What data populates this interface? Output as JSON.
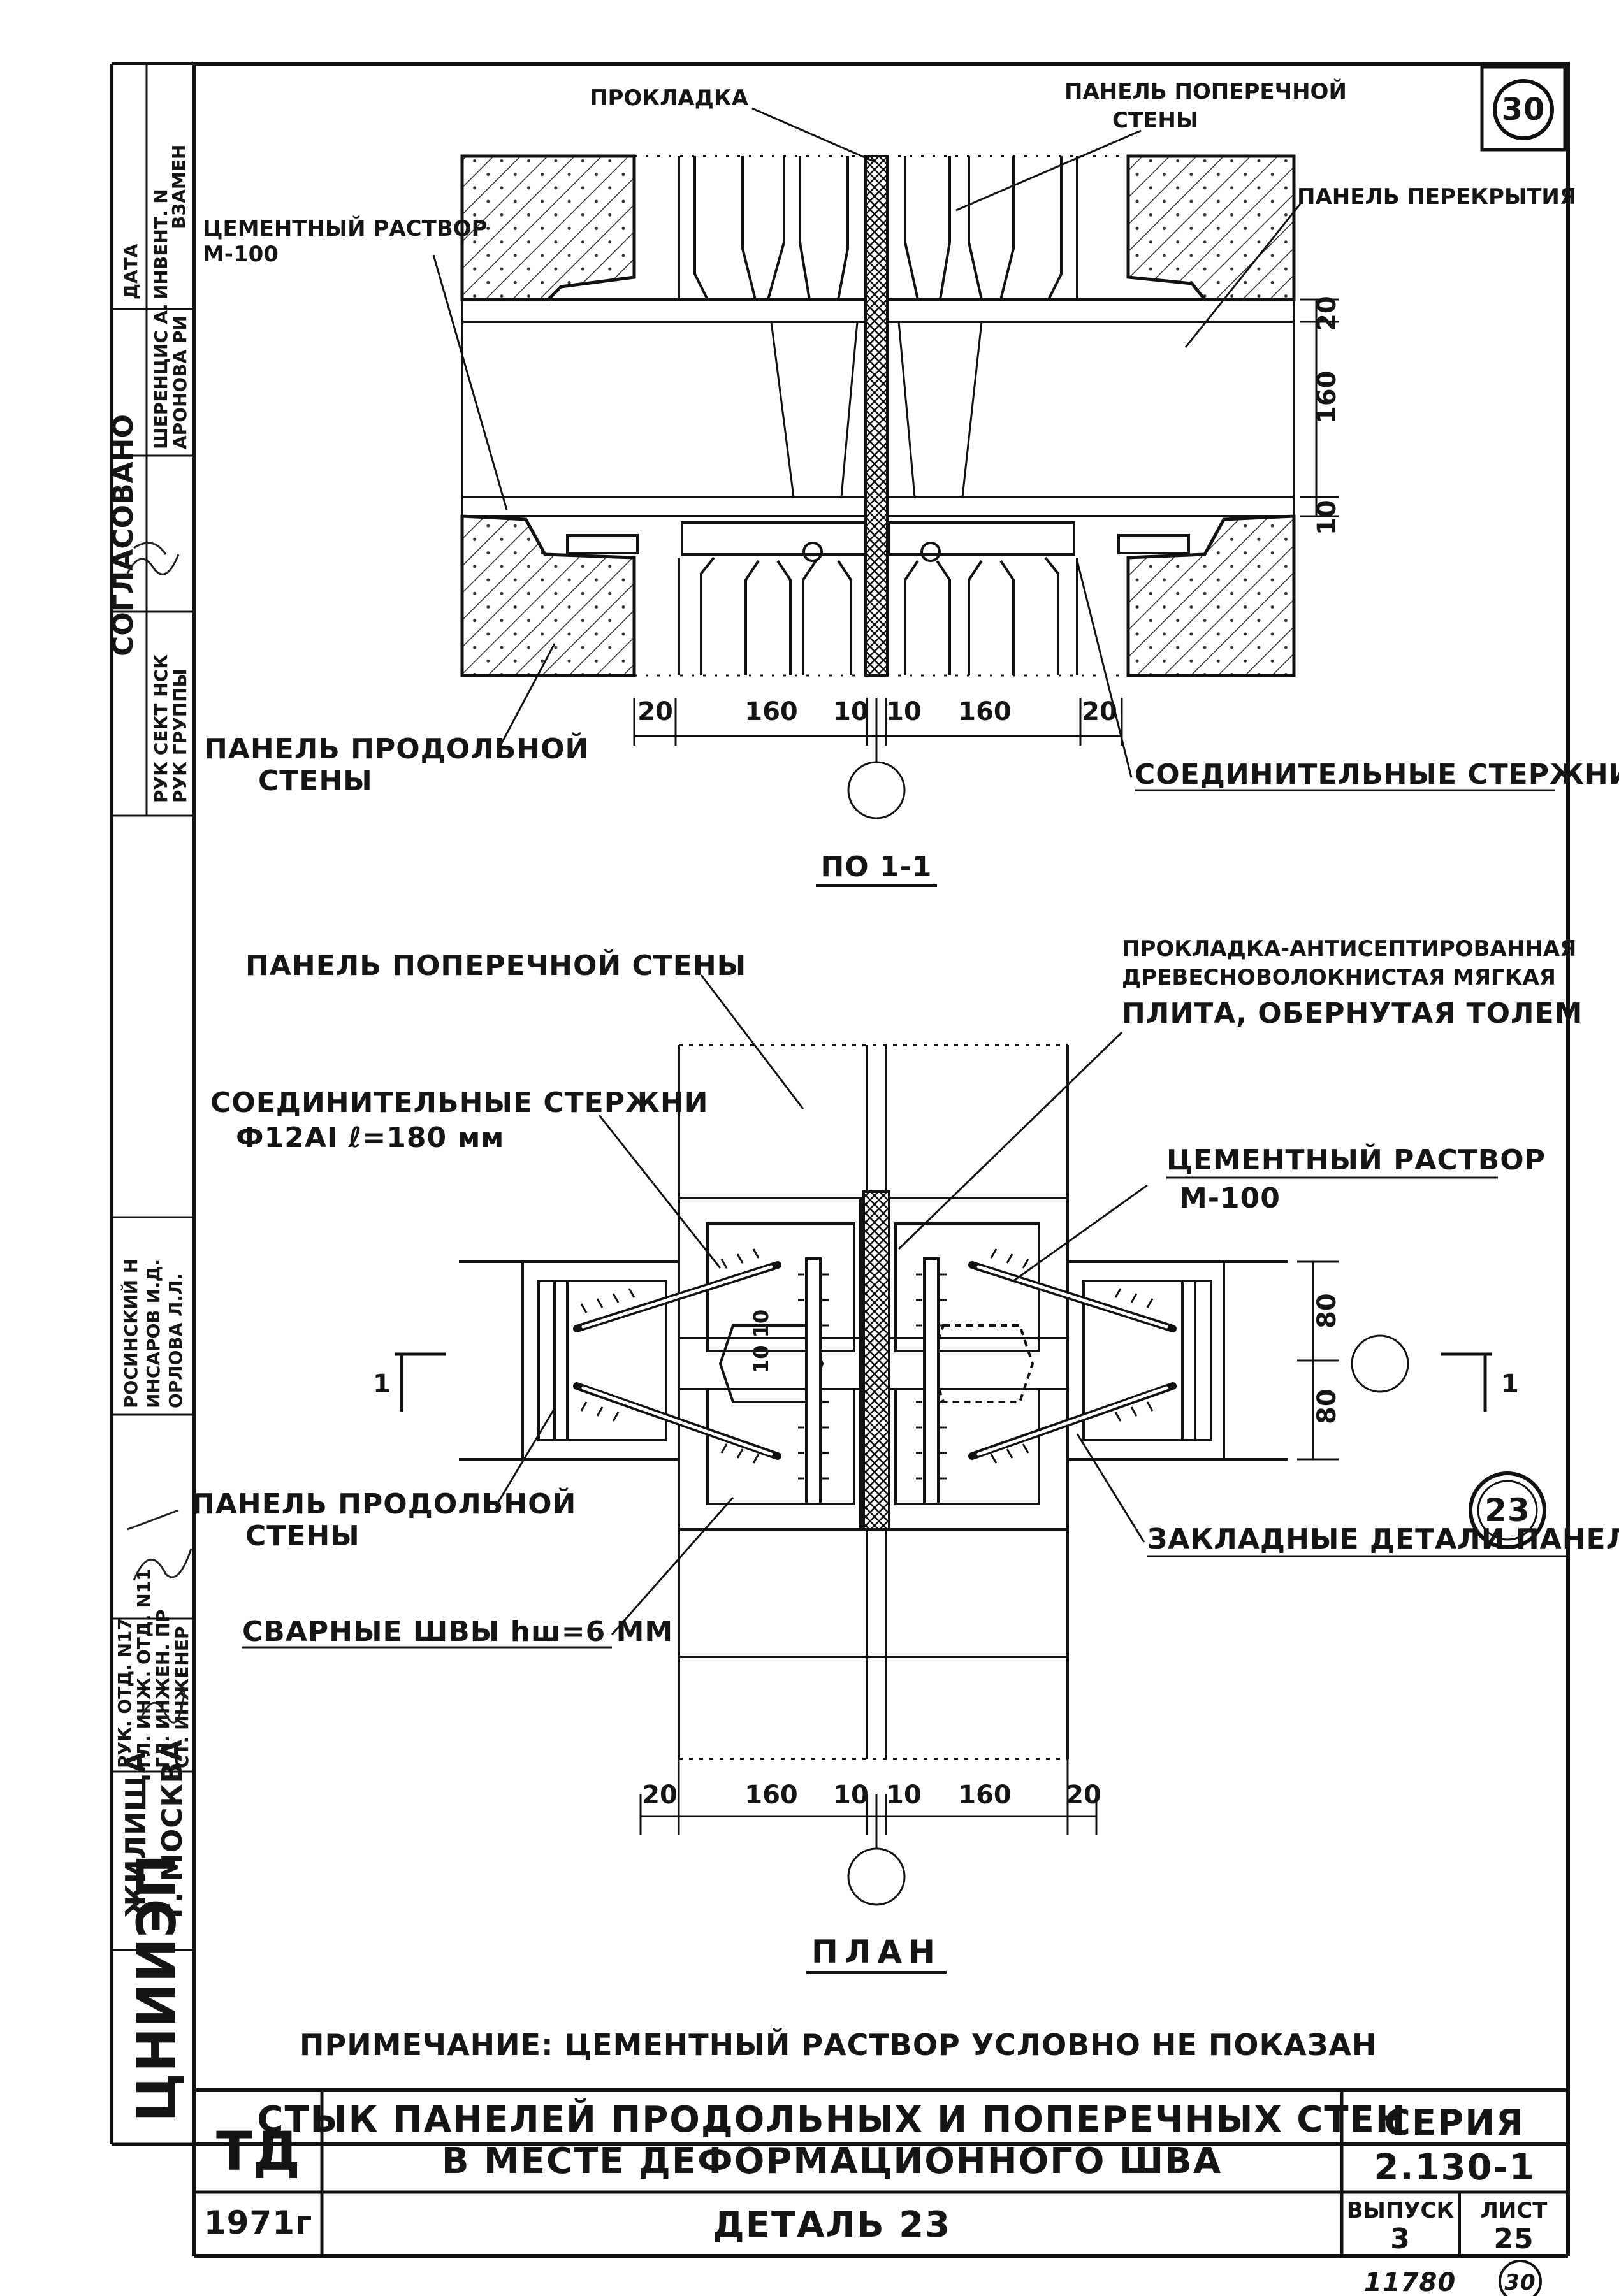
{
  "sheet": {
    "number_circle": "30",
    "detail_marker": "23"
  },
  "section": {
    "labels": {
      "gasket": "ПРОКЛАДКА",
      "cross_wall_panel_1": "ПАНЕЛЬ ПОПЕРЕЧНОЙ",
      "cross_wall_panel_2": "СТЕНЫ",
      "cement_mortar_1": "ЦЕМЕНТНЫЙ РАСТВОР",
      "cement_mortar_2": "М-100",
      "floor_panel": "ПАНЕЛЬ ПЕРЕКРЫТИЯ",
      "long_wall_panel_1": "ПАНЕЛЬ ПРОДОЛЬНОЙ",
      "long_wall_panel_2": "СТЕНЫ",
      "connecting_rods": "СОЕДИНИТЕЛЬНЫЕ СТЕРЖНИ"
    },
    "dims_bottom": [
      "20",
      "160",
      "10",
      "10",
      "160",
      "20"
    ],
    "dims_right": [
      "20",
      "160",
      "10"
    ],
    "caption": "ПО 1-1"
  },
  "plan": {
    "labels": {
      "cross_wall_panel": "ПАНЕЛЬ ПОПЕРЕЧНОЙ СТЕНЫ",
      "gasket_1": "ПРОКЛАДКА-АНТИСЕПТИРОВАННАЯ",
      "gasket_2": "ДРЕВЕСНОВОЛОКНИСТАЯ МЯГКАЯ",
      "gasket_3": "ПЛИТА, ОБЕРНУТАЯ ТОЛЕМ",
      "rods_1": "СОЕДИНИТЕЛЬНЫЕ СТЕРЖНИ",
      "rods_2": "Ф12АI  ℓ=180 мм",
      "cement_1": "ЦЕМЕНТНЫЙ РАСТВОР",
      "cement_2": "М-100",
      "long_wall_1": "ПАНЕЛЬ ПРОДОЛЬНОЙ",
      "long_wall_2": "СТЕНЫ",
      "welds": "СВАРНЫЕ ШВЫ hш=6 ММ",
      "embedded": "ЗАКЛАДНЫЕ ДЕТАЛИ ПАНЕЛЕЙ"
    },
    "dims_bottom": [
      "20",
      "160",
      "10",
      "10",
      "160",
      "20"
    ],
    "dims_right": [
      "80",
      "80"
    ],
    "dims_center": "10 10",
    "section_mark": "1",
    "caption": "ПЛАН"
  },
  "note": "ПРИМЕЧАНИЕ: ЦЕМЕНТНЫЙ РАСТВОР УСЛОВНО НЕ ПОКАЗАН",
  "title_block": {
    "org_1": "ЦНИИЭП",
    "org_2": "ЖИЛИЩА",
    "org_3": "г. МОСКВА",
    "code": "ТД",
    "year": "1971г",
    "title_1": "СТЫК ПАНЕЛЕЙ ПРОДОЛЬНЫХ И ПОПЕРЕЧНЫХ СТЕН",
    "title_2": "В МЕСТЕ ДЕФОРМАЦИОННОГО ШВА",
    "detail": "ДЕТАЛЬ 23",
    "series_label": "СЕРИЯ",
    "series_value": "2.130-1",
    "issue_label": "ВЫПУСК",
    "issue_value": "3",
    "sheet_label": "ЛИСТ",
    "sheet_value": "25"
  },
  "side_stamp": {
    "approval": "СОГЛАСОВАНО",
    "cells": [
      "ВЗАМЕН",
      "ДАТА",
      "ИНВЕНТ. N",
      "ШЕРЕНЦИС А.",
      "АРОНОВА РИ",
      "РУК СЕКТ НСК",
      "РУК ГРУППЫ",
      "РУК. ОТД. N17",
      "ГЛ. ИНЖ. ОТД. N11",
      "ГЛ. ИНЖЕН. ПР",
      "СТ. ИНЖЕНЕР",
      "РОСИНСКИЙ Н",
      "ИНСАРОВ И.Д.",
      "ОРЛОВА Л.Л."
    ]
  },
  "footer": {
    "stamp": "11780",
    "circle": "30"
  }
}
